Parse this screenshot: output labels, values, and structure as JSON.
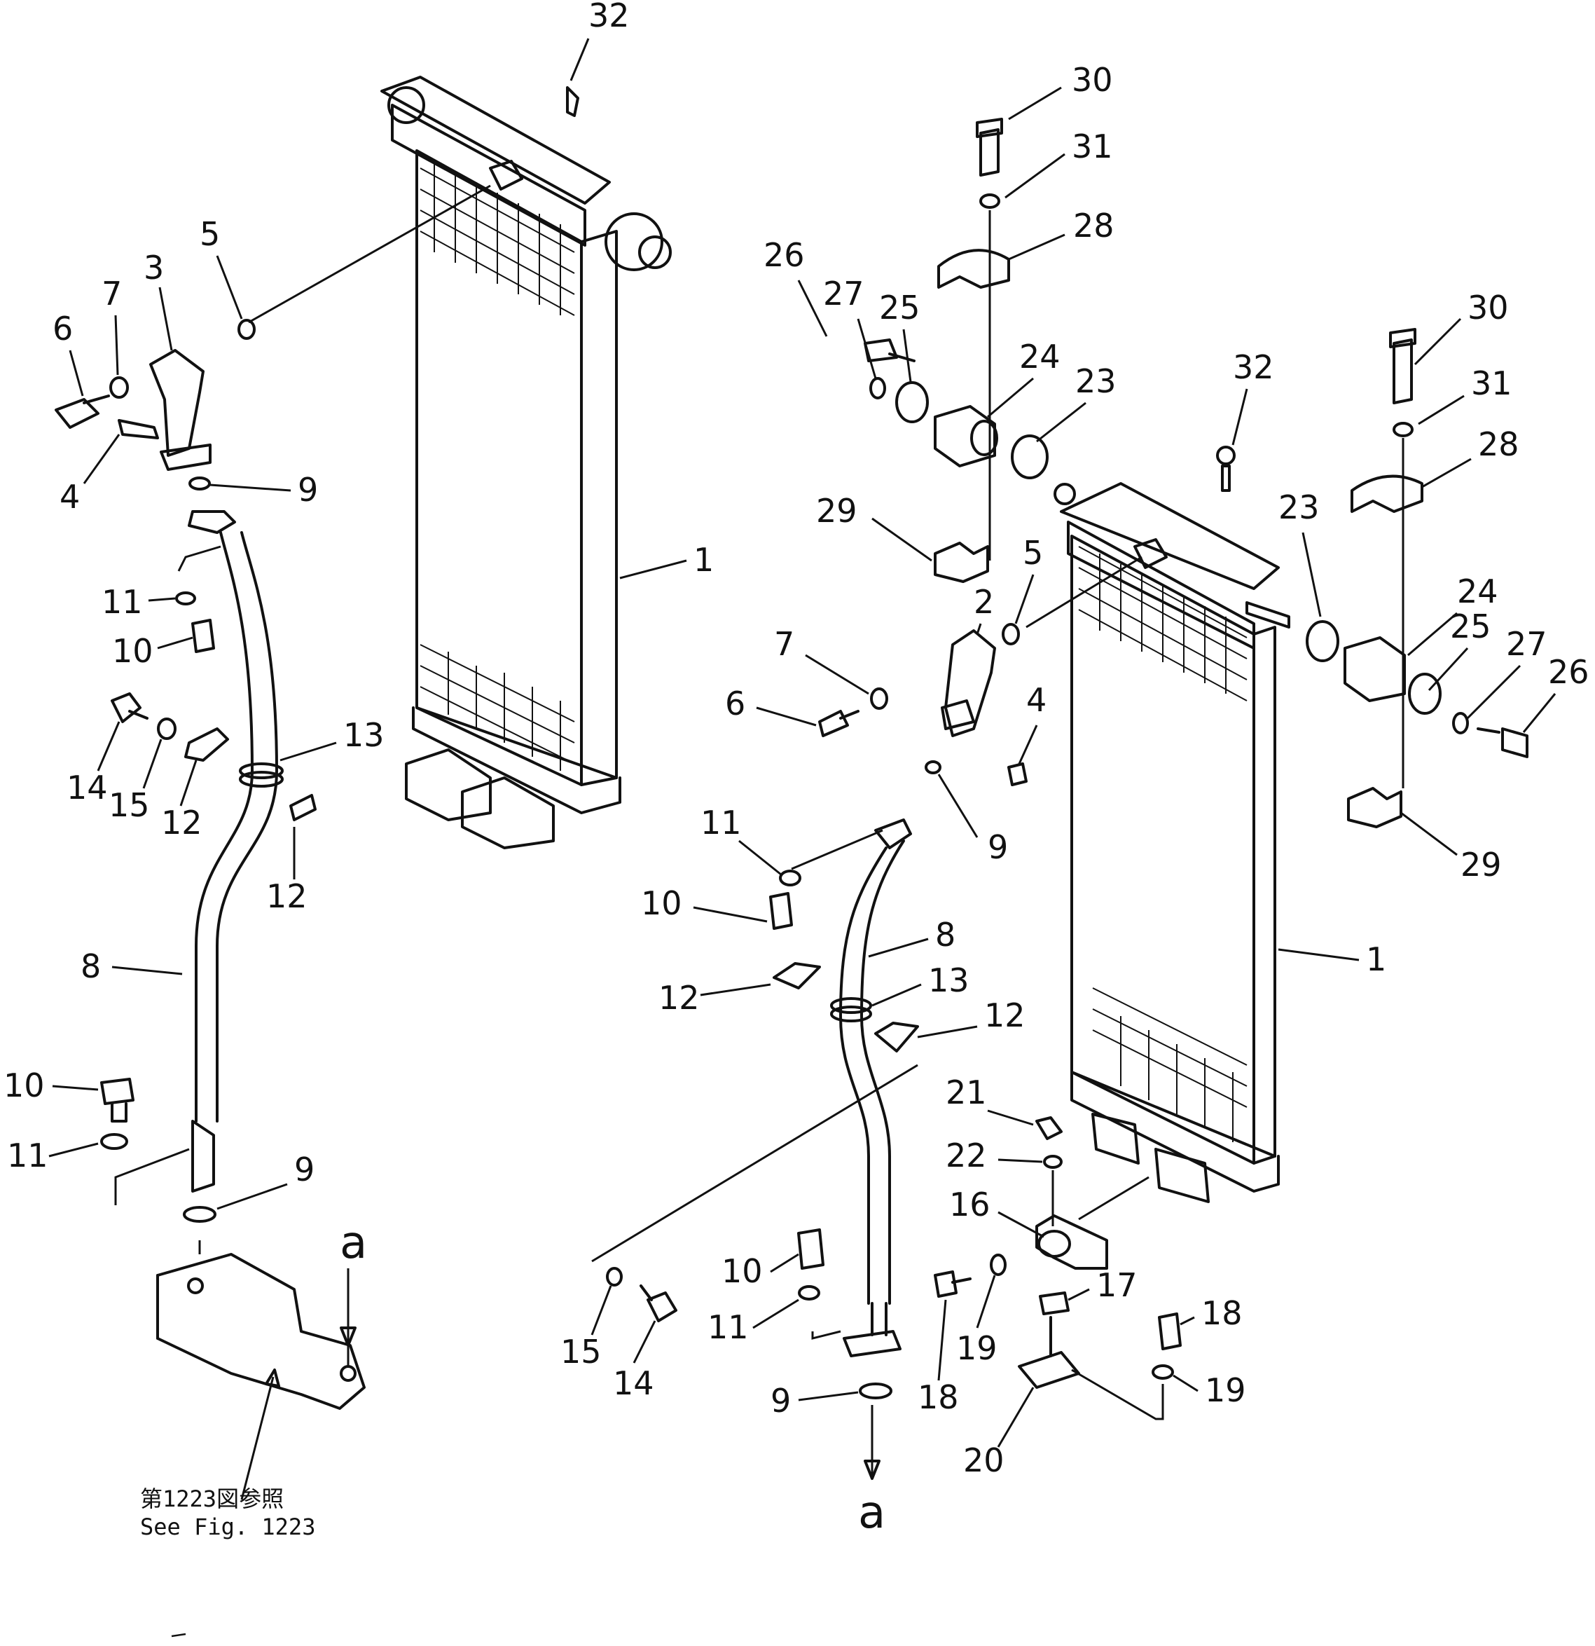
{
  "figure": {
    "reference_note": {
      "line1": "第1223図参照",
      "line2": "See  Fig. 1223"
    },
    "callouts": {
      "left": {
        "c32": "32",
        "c5": "5",
        "c3": "3",
        "c7": "7",
        "c6": "6",
        "c4": "4",
        "c9a": "9",
        "c11a": "11",
        "c10a": "10",
        "c1": "1",
        "c13": "13",
        "c14": "14",
        "c15": "15",
        "c12a": "12",
        "c12b": "12",
        "c8": "8",
        "c10b": "10",
        "c11b": "11",
        "c9b": "9",
        "ca": "a"
      },
      "right": {
        "c30a": "30",
        "c31a": "31",
        "c28a": "28",
        "c26a": "26",
        "c27a": "27",
        "c25a": "25",
        "c24a": "24",
        "c23a": "23",
        "c29a": "29",
        "c32": "32",
        "c30b": "30",
        "c31b": "31",
        "c28b": "28",
        "c23b": "23",
        "c24b": "24",
        "c25b": "25",
        "c27b": "27",
        "c26b": "26",
        "c29b": "29",
        "c5": "5",
        "c2": "2",
        "c7": "7",
        "c6": "6",
        "c4": "4",
        "c9a": "9",
        "c11a": "11",
        "c10a": "10",
        "c8": "8",
        "c13": "13",
        "c12a": "12",
        "c12b": "12",
        "c1": "1",
        "c21": "21",
        "c22": "22",
        "c16": "16",
        "c17": "17",
        "c18a": "18",
        "c18b": "18",
        "c19a": "19",
        "c19b": "19",
        "c20": "20",
        "c10b": "10",
        "c11b": "11",
        "c15": "15",
        "c14": "14",
        "c9b": "9",
        "ca": "a"
      }
    }
  }
}
